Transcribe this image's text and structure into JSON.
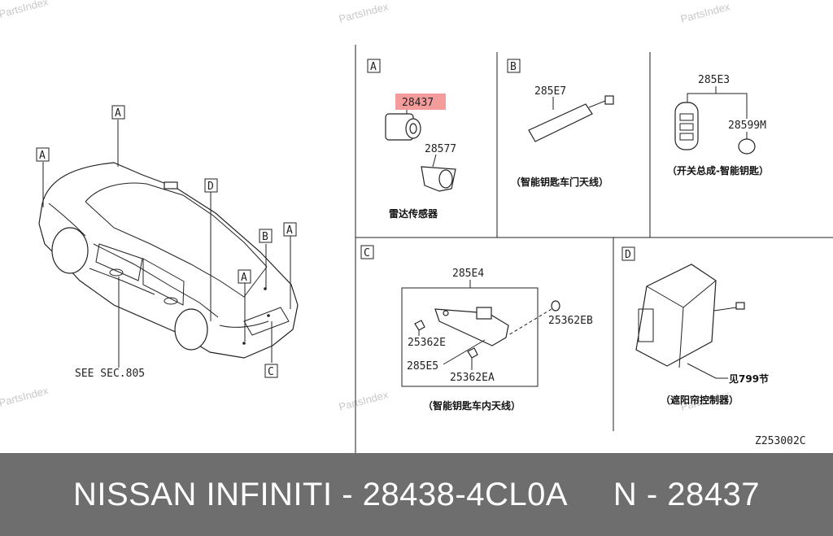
{
  "watermark": "PartsIndex",
  "drawing_code": "Z253002C",
  "footer_text": "NISSAN INFINITI - 28438-4CL0A     N - 28437",
  "car_view": {
    "see_sec": "SEE SEC.805",
    "callouts": [
      "A",
      "A",
      "D",
      "B",
      "A",
      "A",
      "C"
    ]
  },
  "panel_a": {
    "tag": "A",
    "highlight_part": "28437",
    "part_2": "28577",
    "caption": "雷达传感器",
    "highlight_color": "#f28b8b"
  },
  "panel_b": {
    "tag": "B",
    "part": "285E7",
    "caption": "（智能钥匙车门天线）"
  },
  "panel_b2": {
    "part_1": "285E3",
    "part_2": "28599M",
    "caption": "（开关总成-智能钥匙）"
  },
  "panel_c": {
    "tag": "C",
    "part_top": "285E4",
    "part_1": "25362E",
    "part_2": "285E5",
    "part_3": "25362EA",
    "part_4": "25362EB",
    "caption": "（智能钥匙车内天线）"
  },
  "panel_d": {
    "tag": "D",
    "ref": "见799节",
    "caption": "（遮阳帘控制器）"
  }
}
